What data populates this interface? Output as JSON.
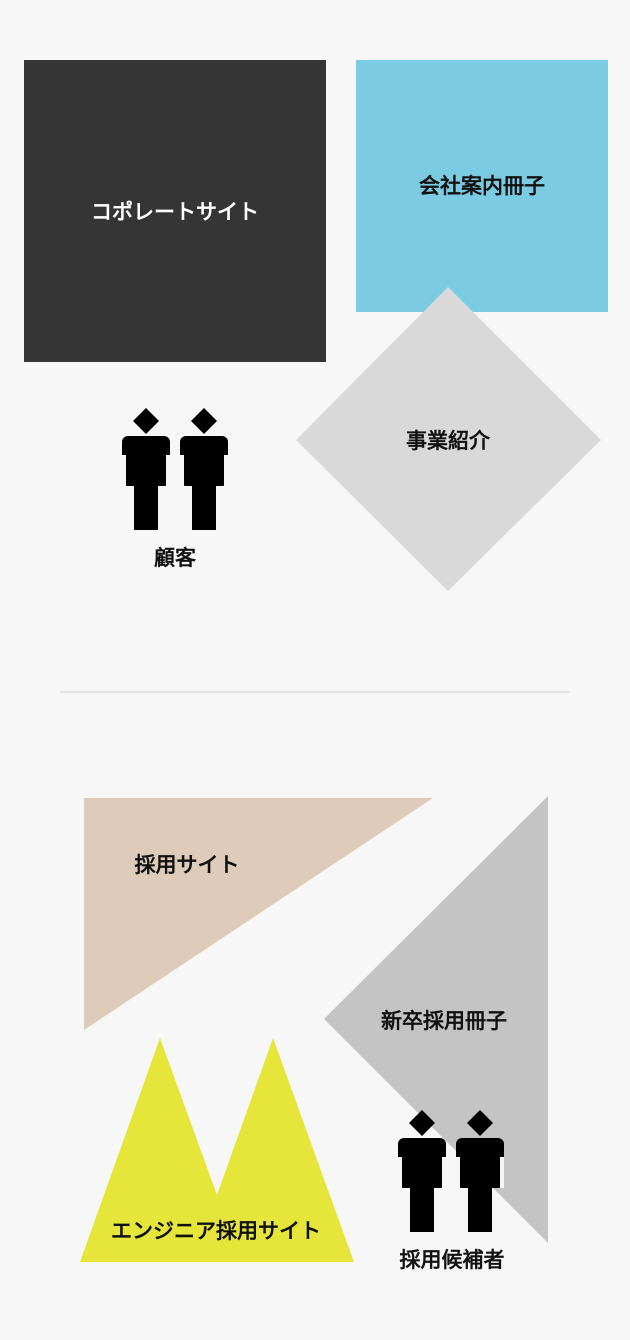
{
  "section_top": {
    "corporate_site": {
      "label": "コポレートサイト",
      "color": "#353535"
    },
    "company_brochure": {
      "label": "会社案内冊子",
      "color": "#7bcbe2"
    },
    "business_intro": {
      "label": "事業紹介",
      "color": "#d9d9d9"
    },
    "customers": {
      "label": "顧客",
      "icon": "people-icon"
    }
  },
  "divider_color": "#dddddd",
  "section_bottom": {
    "recruit_site": {
      "label": "採用サイト",
      "color": "#dfcbb9"
    },
    "new_grad_brochure": {
      "label": "新卒採用冊子",
      "color": "#c4c4c4"
    },
    "engineer_recruit_site": {
      "label": "エンジニア採用サイト",
      "color": "#e6e63a"
    },
    "candidates": {
      "label": "採用候補者",
      "icon": "people-icon"
    }
  }
}
